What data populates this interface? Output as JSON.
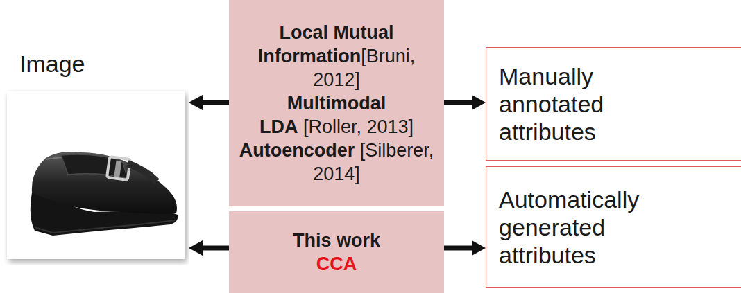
{
  "diagram": {
    "nodes": [
      {
        "text": [
          "Image"
        ]
      },
      {
        "text": [
          "Local Mutual Information",
          "[Bruni, 2012]",
          "Multimodal LDA",
          "[Roller, 2013]",
          "Autoencoder",
          "[Silberer, 2014]"
        ]
      },
      {
        "text": [
          "This work",
          "CCA"
        ]
      },
      {
        "text": [
          "Manually annotated attributes"
        ]
      },
      {
        "text": [
          "Automatically generated attributes"
        ]
      }
    ],
    "edges": [
      {
        "from": 1,
        "to": 0,
        "arrow": "to"
      },
      {
        "from": 1,
        "to": 3,
        "arrow": "to"
      },
      {
        "from": 2,
        "to": 0,
        "arrow": "to"
      },
      {
        "from": 2,
        "to": 4,
        "arrow": "to"
      }
    ]
  }
}
